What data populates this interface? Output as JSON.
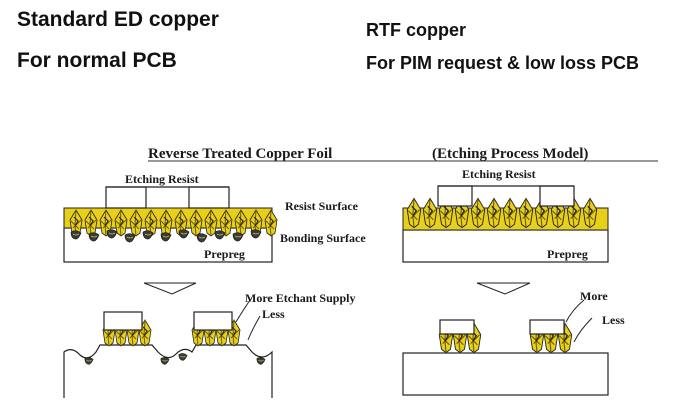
{
  "left_header": {
    "title": "Standard ED copper",
    "subtitle": "For normal PCB"
  },
  "right_header": {
    "title": "RTF copper",
    "subtitle": "For PIM request & low loss PCB"
  },
  "diagram": {
    "title": "Reverse Treated Copper Foil",
    "subtitle": "(Etching Process Model)",
    "labels": {
      "etching_resist_left": "Etching Resist",
      "etching_resist_right": "Etching Resist",
      "resist_surface": "Resist Surface",
      "bonding_surface": "Bonding Surface",
      "prepreg_left": "Prepreg",
      "prepreg_right": "Prepreg",
      "more_etchant_supply": "More Etchant Supply",
      "less_left": "Less",
      "more_right": "More",
      "less_right": "Less"
    },
    "colors": {
      "copper": "#e8cf1a",
      "copper_dark": "#8a7a10",
      "outline": "#222222"
    }
  }
}
